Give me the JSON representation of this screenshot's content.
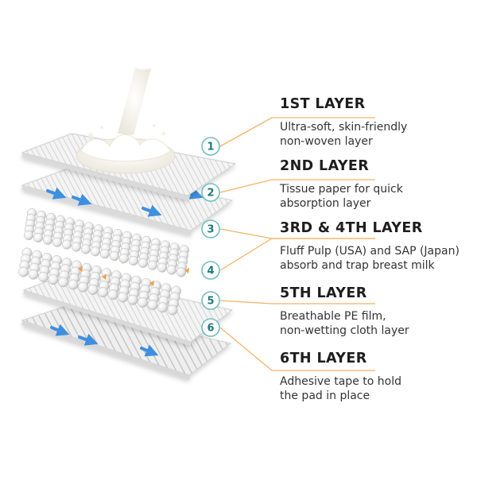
{
  "layers": [
    {
      "number": "1",
      "title": "1ST LAYER",
      "desc_lines": [
        "Ultra-soft, skin-friendly",
        "non-woven layer"
      ]
    },
    {
      "number": "2",
      "title": "2ND LAYER",
      "desc_lines": [
        "Tissue paper for quick",
        "absorption layer"
      ]
    },
    {
      "number": "3",
      "title": "3RD & 4TH  LAYER",
      "desc_lines": [
        "Fluff Pulp (USA) and SAP (Japan)",
        "absorb and trap breast milk"
      ]
    },
    {
      "number": "4",
      "title": "",
      "desc_lines": []
    },
    {
      "number": "5",
      "title": "5TH LAYER",
      "desc_lines": [
        "Breathable PE film,",
        "non-wetting cloth layer"
      ]
    },
    {
      "number": "6",
      "title": "6TH LAYER",
      "desc_lines": [
        "Adhesive tape to hold",
        "the pad in place"
      ]
    }
  ],
  "colors": {
    "accent_line": "#f2b366",
    "badge_ring": "#6fbfbf",
    "badge_text": "#1f7a7a",
    "arrow_blue": "#3f8fe0",
    "arrow_orange": "#f0a040",
    "milk": "#f7f5ee"
  },
  "icons": [
    "milk-splash-icon",
    "flow-arrow-icon"
  ]
}
